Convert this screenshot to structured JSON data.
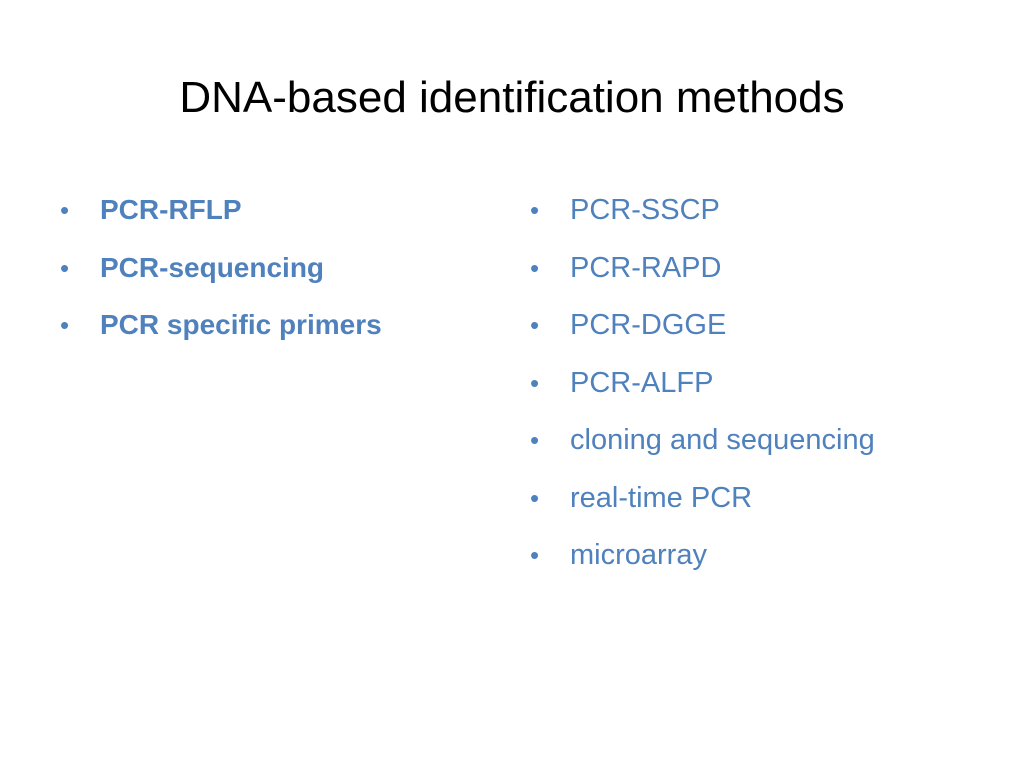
{
  "slide": {
    "title": "DNA-based identification methods",
    "bullet_glyph": "•",
    "text_color": "#4f81bd",
    "bullet_color": "#4f81bd",
    "title_color": "#000000",
    "left_column": {
      "items": [
        {
          "label": "PCR-RFLP"
        },
        {
          "label": "PCR-sequencing"
        },
        {
          "label": "PCR specific primers"
        }
      ]
    },
    "right_column": {
      "items": [
        {
          "label": "PCR-SSCP"
        },
        {
          "label": "PCR-RAPD"
        },
        {
          "label": "PCR-DGGE"
        },
        {
          "label": "PCR-ALFP"
        },
        {
          "label": "cloning and sequencing"
        },
        {
          "label": "real-time PCR"
        },
        {
          "label": "microarray"
        }
      ]
    }
  }
}
